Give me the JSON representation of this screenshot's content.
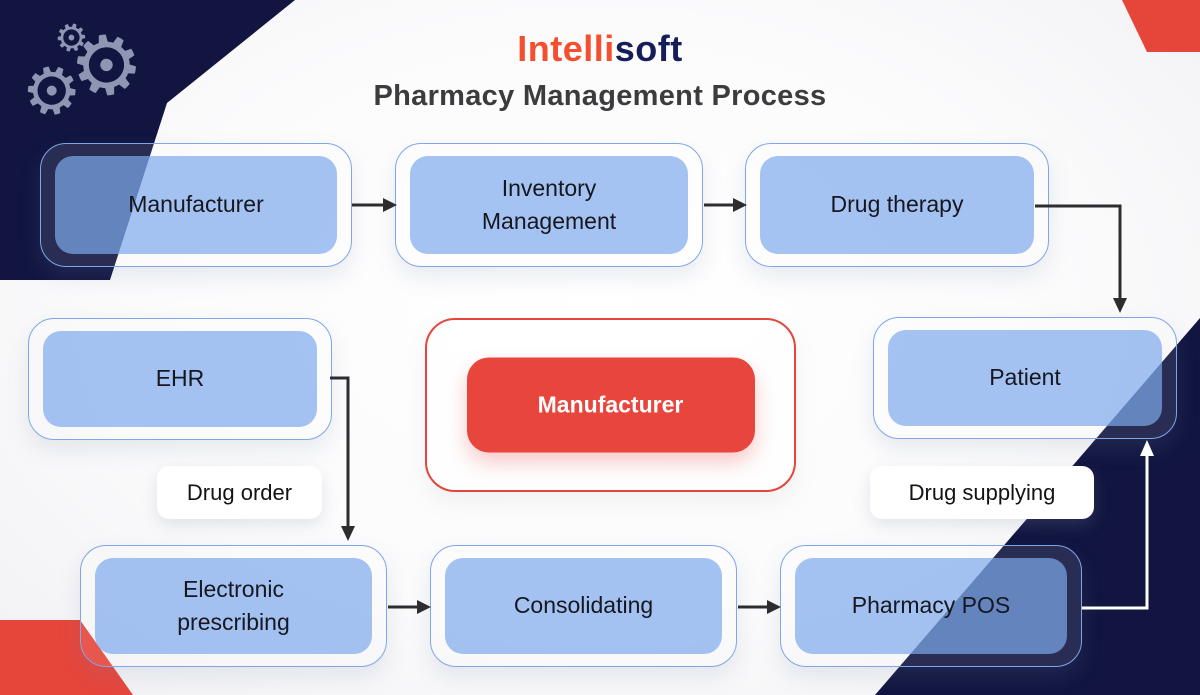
{
  "header": {
    "logo_part1": "Intelli",
    "logo_part2": "soft",
    "title": "Pharmacy Management Process"
  },
  "flow": {
    "manufacturer_top": {
      "label": "Manufacturer"
    },
    "inventory": {
      "label": "Inventory Management"
    },
    "drug_therapy": {
      "label": "Drug therapy"
    },
    "ehr": {
      "label": "EHR"
    },
    "manufacturer_center": {
      "label": "Manufacturer"
    },
    "patient": {
      "label": "Patient"
    },
    "drug_order": {
      "label": "Drug order"
    },
    "drug_supplying": {
      "label": "Drug supplying"
    },
    "electronic_prescribing": {
      "label": "Electronic prescribing"
    },
    "consolidating": {
      "label": "Consolidating"
    },
    "pharmacy_pos": {
      "label": "Pharmacy POS"
    }
  },
  "icons": {
    "gear": "⚙"
  },
  "colors": {
    "navy": "#111540",
    "red_shape": "#E6453A",
    "red_box": "#E8463C",
    "box_fill": "#A8C5F3",
    "box_border": "#7EA6E9",
    "logo_red": "#F4502F",
    "logo_navy": "#171D59"
  }
}
